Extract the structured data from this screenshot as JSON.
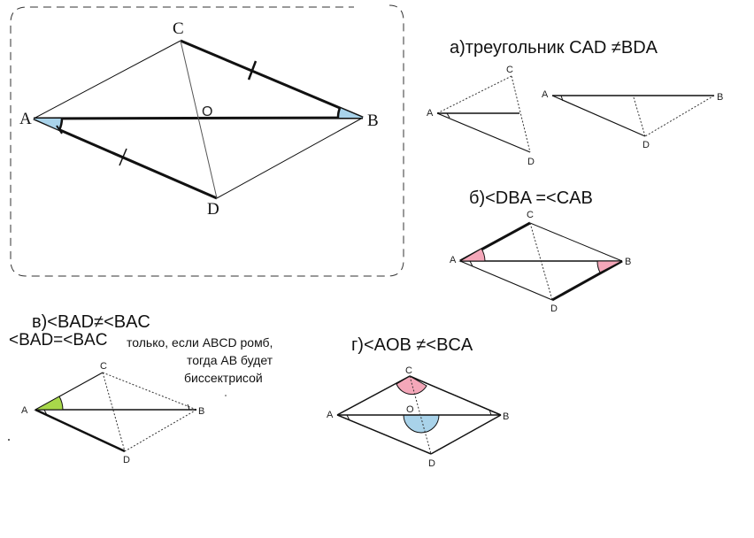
{
  "main_figure": {
    "labels": {
      "A": "A",
      "B": "B",
      "C": "C",
      "D": "D",
      "O": "O"
    }
  },
  "panel_a": {
    "caption": "а)треугольник CAD ≠BDA",
    "labels": {
      "A1": "A",
      "C1": "C",
      "D1": "D",
      "A2": "A",
      "B2": "B",
      "D2": "D"
    }
  },
  "panel_b": {
    "caption": "б)<DBA =<CAB",
    "labels": {
      "A": "A",
      "B": "B",
      "C": "C",
      "D": "D"
    },
    "colors": {
      "angle_fill": "#f4a7b9"
    }
  },
  "panel_v": {
    "caption": "в)<BAD≠<BAC",
    "note_line1": "<BAD=<BAC",
    "note_line1_rest": "только, если ABCD  ромб,",
    "note_line2": "тогда AB будет",
    "note_line3": "биссектрисой",
    "labels": {
      "A": "A",
      "B": "B",
      "C": "C",
      "D": "D"
    },
    "colors": {
      "angle_fill": "#a8d84a"
    }
  },
  "panel_g": {
    "caption": "г)<AOB ≠<BCA",
    "labels": {
      "A": "A",
      "B": "B",
      "C": "C",
      "D": "D",
      "O": "O"
    },
    "colors": {
      "angle_c_fill": "#f4a7b9",
      "angle_o_fill": "#a9d3ea"
    }
  }
}
